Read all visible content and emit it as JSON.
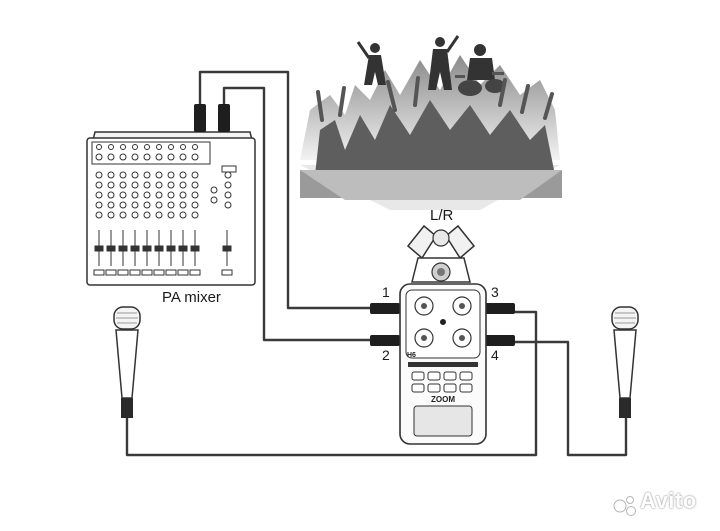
{
  "labels": {
    "stereo": "L/R",
    "mixer": "PA mixer",
    "port_1": "1",
    "port_2": "2",
    "port_3": "3",
    "port_4": "4"
  },
  "recorder": {
    "model": "H6",
    "brand": "ZOOM"
  },
  "watermark": "Avito",
  "icons": [
    "crowd-silhouette",
    "pa-mixer",
    "handheld-microphone",
    "portable-recorder",
    "xy-microphone-capsule"
  ],
  "colors": {
    "line": "#3a3a3a",
    "crowd": "#7a7a7a",
    "device_stroke": "#333333",
    "background": "#ffffff"
  }
}
